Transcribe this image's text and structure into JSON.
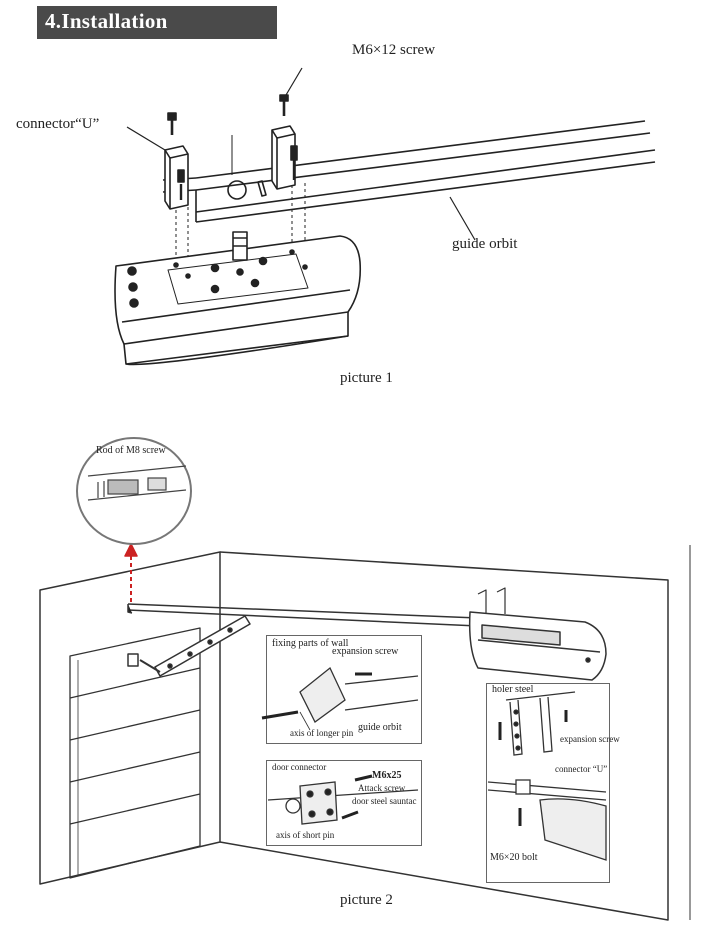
{
  "section": {
    "title": "4.Installation"
  },
  "picture1": {
    "labels": {
      "screw": "M6×12 screw",
      "connector": "connector“U”",
      "guide": "guide orbit"
    },
    "caption": "picture 1"
  },
  "picture2": {
    "callout": {
      "label": "Rod of M8 screw"
    },
    "inset_wall": {
      "title": "fixing parts of wall",
      "expansion": "expansion screw",
      "guide": "guide orbit",
      "axis": "axis of longer pin"
    },
    "inset_door": {
      "connector": "door connector",
      "m6x25": "M6x25",
      "attack": "Attack screw",
      "steel": "door steel sauntac",
      "axis": "axis of short pin"
    },
    "inset_hole": {
      "title": "holer steel",
      "expansion": "expansion screw",
      "connector": "connector “U”",
      "bolt": "M6×20 bolt"
    },
    "caption": "picture 2"
  }
}
